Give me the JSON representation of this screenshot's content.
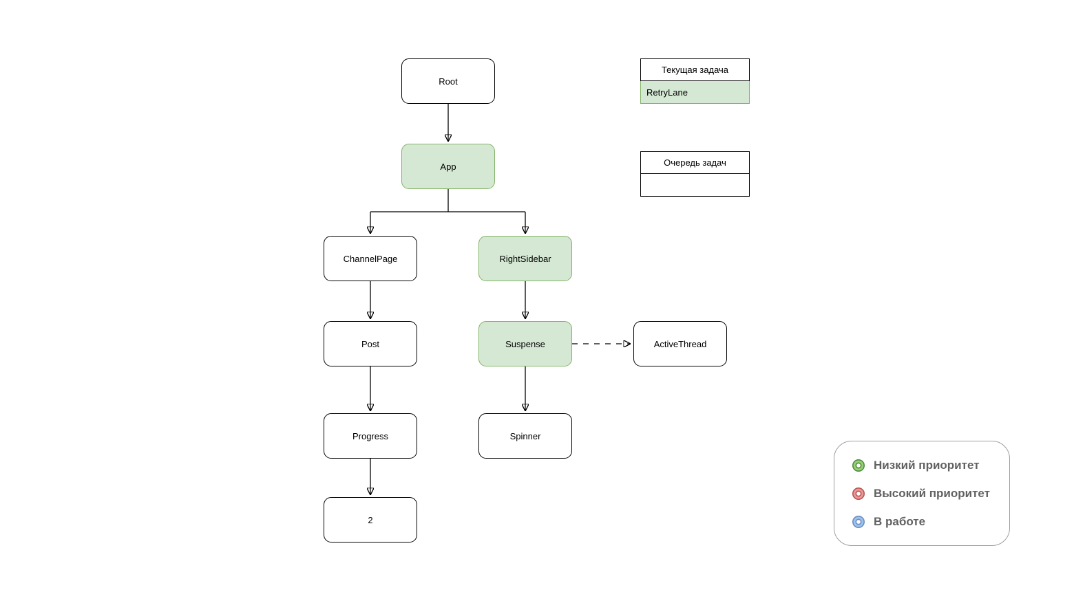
{
  "diagram": {
    "nodes": [
      {
        "id": "root",
        "label": "Root",
        "style": "default"
      },
      {
        "id": "app",
        "label": "App",
        "style": "highlight"
      },
      {
        "id": "channel-page",
        "label": "ChannelPage",
        "style": "default"
      },
      {
        "id": "right-sidebar",
        "label": "RightSidebar",
        "style": "highlight"
      },
      {
        "id": "post",
        "label": "Post",
        "style": "default"
      },
      {
        "id": "suspense",
        "label": "Suspense",
        "style": "highlight"
      },
      {
        "id": "active-thread",
        "label": "ActiveThread",
        "style": "default"
      },
      {
        "id": "progress",
        "label": "Progress",
        "style": "default"
      },
      {
        "id": "spinner",
        "label": "Spinner",
        "style": "default"
      },
      {
        "id": "node-2",
        "label": "2",
        "style": "default"
      }
    ],
    "edges": [
      {
        "from": "Root",
        "to": "App",
        "line": "solid"
      },
      {
        "from": "App",
        "to": "ChannelPage",
        "line": "solid"
      },
      {
        "from": "App",
        "to": "RightSidebar",
        "line": "solid"
      },
      {
        "from": "ChannelPage",
        "to": "Post",
        "line": "solid"
      },
      {
        "from": "RightSidebar",
        "to": "Suspense",
        "line": "solid"
      },
      {
        "from": "Post",
        "to": "Progress",
        "line": "solid"
      },
      {
        "from": "Suspense",
        "to": "Spinner",
        "line": "solid"
      },
      {
        "from": "Progress",
        "to": "2",
        "line": "solid"
      },
      {
        "from": "Suspense",
        "to": "ActiveThread",
        "line": "dashed"
      }
    ]
  },
  "panels": {
    "current_task": {
      "title": "Текущая задача",
      "rows": [
        {
          "label": "RetryLane",
          "highlighted": true
        }
      ]
    },
    "task_queue": {
      "title": "Очередь задач",
      "rows": [
        {
          "label": "",
          "highlighted": false
        }
      ]
    }
  },
  "legend": {
    "items": [
      {
        "id": "low-priority",
        "label": "Низкий приоритет",
        "fill": "#97d077",
        "stroke": "#4e8c3a"
      },
      {
        "id": "high-priority",
        "label": "Высокий приоритет",
        "fill": "#ea9999",
        "stroke": "#b85450"
      },
      {
        "id": "in-progress",
        "label": "В работе",
        "fill": "#9cc3f0",
        "stroke": "#6c8ebf"
      }
    ]
  },
  "colors": {
    "node_fill": "#ffffff",
    "node_stroke": "#000000",
    "highlight_fill": "#d5e8d4",
    "highlight_stroke": "#82b366",
    "edge": "#000000",
    "legend_border": "#9e9e9e",
    "legend_text": "#616161"
  }
}
